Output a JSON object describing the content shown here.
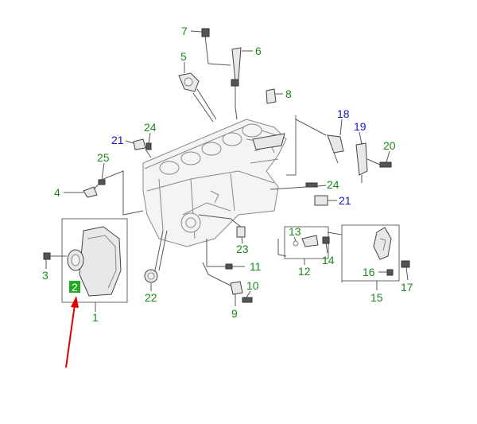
{
  "colors": {
    "label_green": "#1a8a1a",
    "label_blue": "#1414c8",
    "arrow_red": "#e00000",
    "highlight_green": "#22aa22"
  },
  "labels": {
    "n1": "1",
    "n2": "2",
    "n3": "3",
    "n4": "4",
    "n5": "5",
    "n6": "6",
    "n7": "7",
    "n8": "8",
    "n9": "9",
    "n10": "10",
    "n11": "11",
    "n12": "12",
    "n13": "13",
    "n14": "14",
    "n15": "15",
    "n16": "16",
    "n17": "17",
    "n18": "18",
    "n19": "19",
    "n20": "20",
    "n21a": "21",
    "n21b": "21",
    "n22": "22",
    "n23": "23",
    "n24a": "24",
    "n24b": "24",
    "n25": "25"
  }
}
